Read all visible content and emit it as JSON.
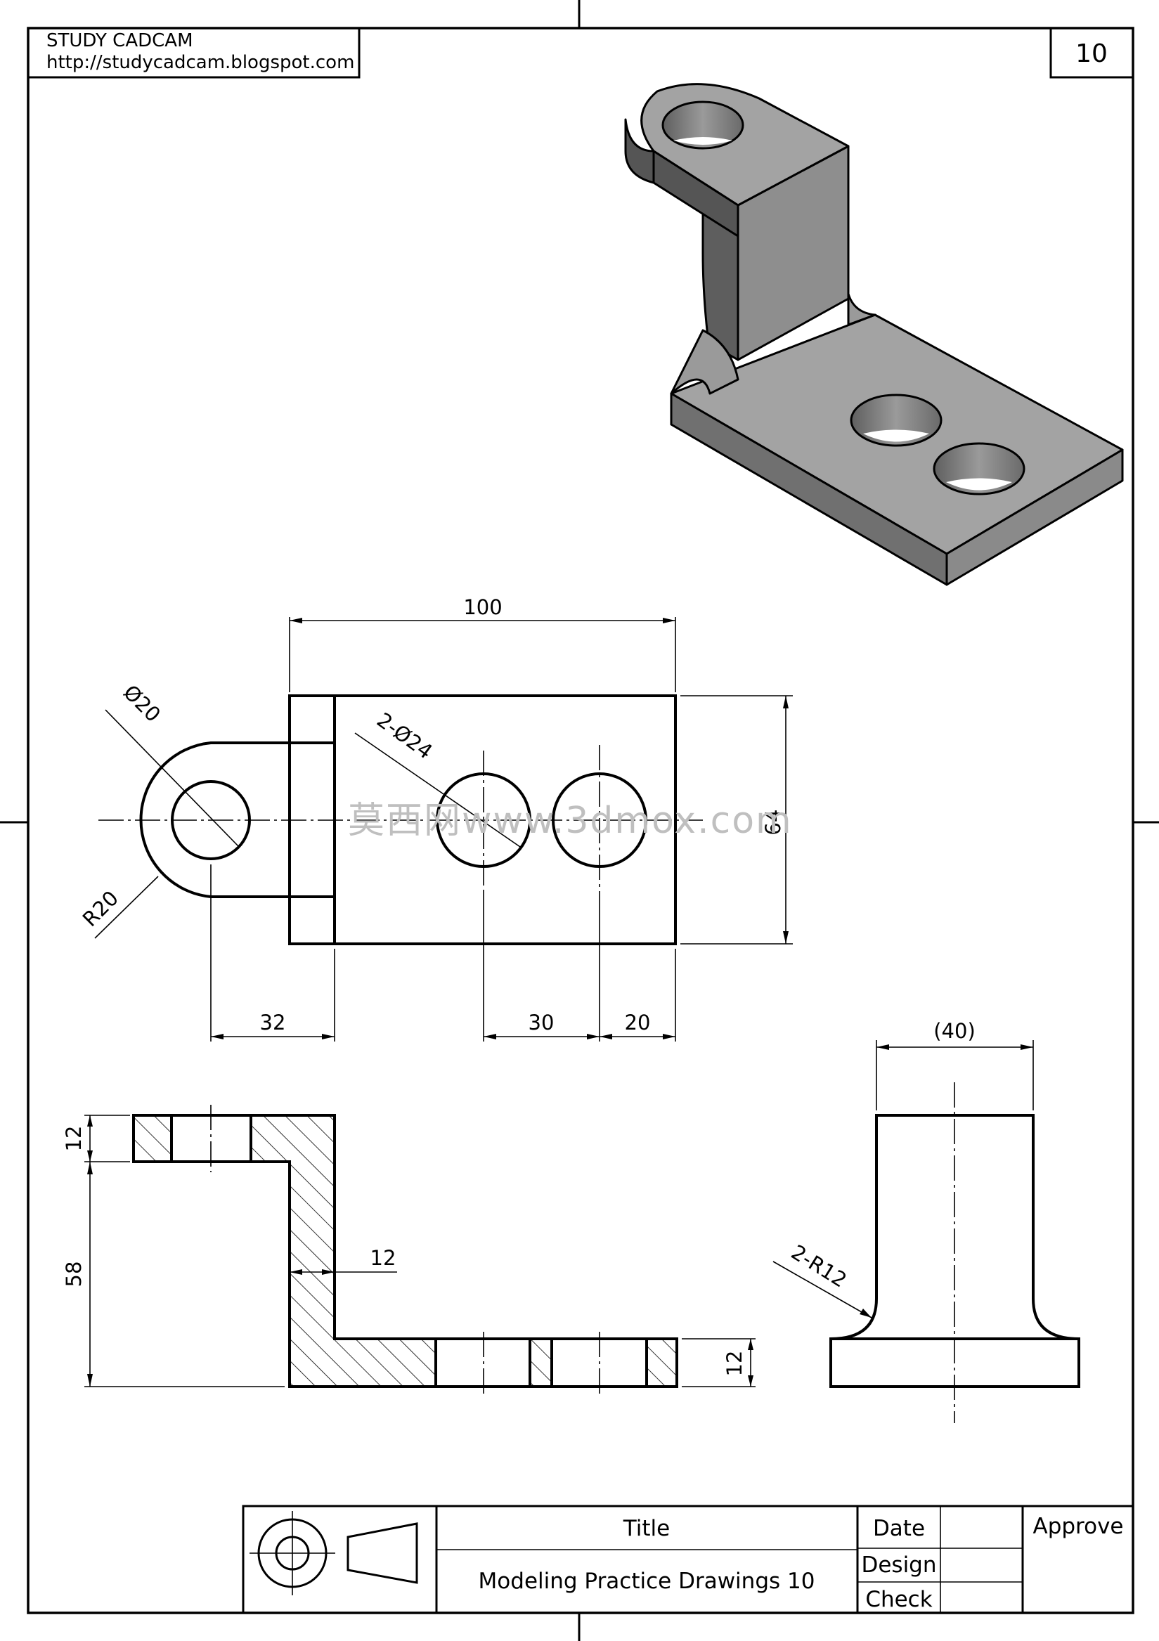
{
  "header": {
    "brand": "STUDY CADCAM",
    "url": "http://studycadcam.blogspot.com",
    "sheet_number": "10"
  },
  "watermark": "莫西网www.3dmox.com",
  "top_view": {
    "dim_overall_length": "100",
    "dim_boss_hole": "Ø20",
    "dim_holes": "2-Ø24",
    "dim_boss_radius": "R20",
    "dim_width": "64",
    "dim_boss_offset": "32",
    "dim_hole_pitch": "30",
    "dim_hole_edge": "20"
  },
  "front_view": {
    "dim_top_thickness": "12",
    "dim_height": "58",
    "dim_wall_thickness": "12",
    "dim_base_thickness": "12"
  },
  "side_view": {
    "dim_width_ref": "(40)",
    "dim_fillets": "2-R12"
  },
  "title_block": {
    "title_label": "Title",
    "title_value": "Modeling Practice Drawings 10",
    "date_label": "Date",
    "design_label": "Design",
    "check_label": "Check",
    "approve_label": "Approve"
  },
  "colors": {
    "line": "#000000",
    "paper": "#ffffff",
    "shade_top": "#a3a3a3",
    "shade_front": "#707070",
    "shade_side": "#8a8a8a",
    "watermark": "#bfbfbf"
  }
}
